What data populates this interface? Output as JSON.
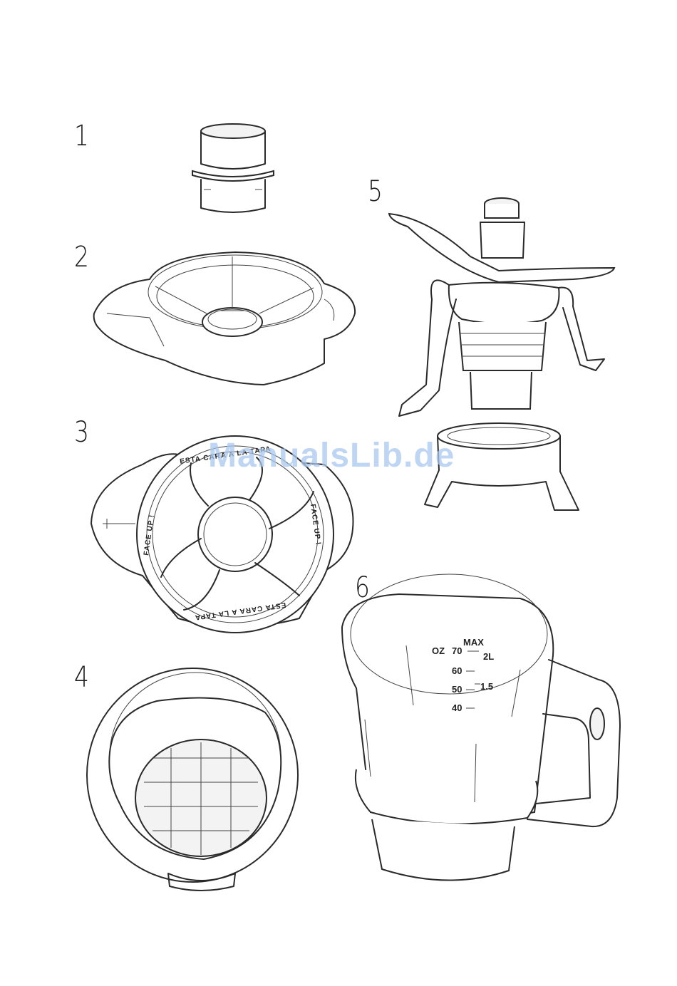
{
  "figure_labels": [
    "1",
    "2",
    "3",
    "4",
    "5",
    "6"
  ],
  "watermark": "ManualsLib.de",
  "lid_ring_text": {
    "top": "ESTA CARA A LA TAPA",
    "bottom": "ESTA CARA A LA TAPA",
    "left": "FACE UP !",
    "right": "FACE UP !"
  },
  "jug_markings": {
    "max": "MAX",
    "oz": "OZ",
    "oz_70": "70",
    "oz_60": "60",
    "oz_50": "50",
    "oz_40": "40",
    "liters_2": "2L",
    "liters_15": "1.5"
  }
}
